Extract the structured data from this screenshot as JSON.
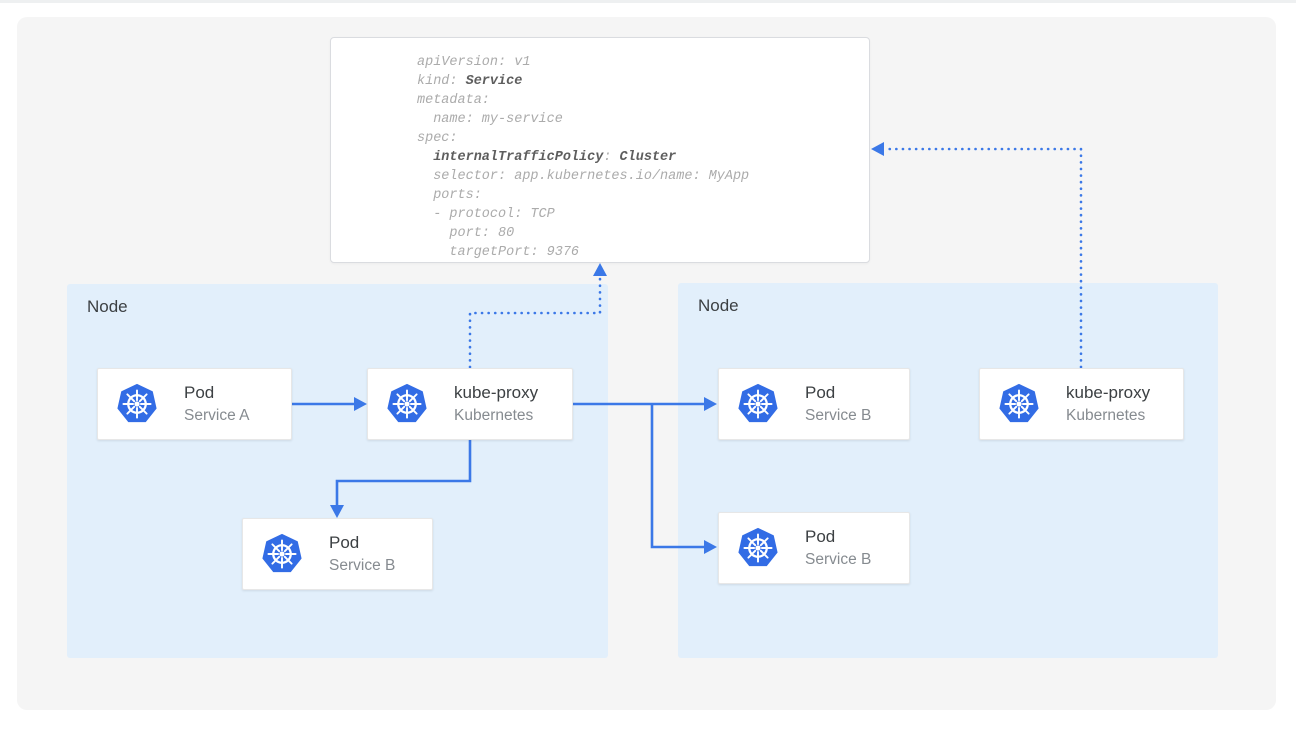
{
  "yaml_panel": {
    "lines": [
      [
        {
          "t": "apiVersion: v1"
        }
      ],
      [
        {
          "t": "kind: "
        },
        {
          "t": "Service",
          "b": true
        }
      ],
      [
        {
          "t": "metadata:"
        }
      ],
      [
        {
          "t": "  name: my-service"
        }
      ],
      [
        {
          "t": "spec:"
        }
      ],
      [
        {
          "t": "  "
        },
        {
          "t": "internalTrafficPolicy",
          "b": true
        },
        {
          "t": ": "
        },
        {
          "t": "Cluster",
          "b": true
        }
      ],
      [
        {
          "t": "  selector: app.kubernetes.io/name: MyApp"
        }
      ],
      [
        {
          "t": "  ports:"
        }
      ],
      [
        {
          "t": "  - protocol: TCP"
        }
      ],
      [
        {
          "t": "    port: 80"
        }
      ],
      [
        {
          "t": "    targetPort: 9376"
        }
      ]
    ]
  },
  "nodes": [
    {
      "label": "Node"
    },
    {
      "label": "Node"
    }
  ],
  "cards": [
    {
      "title": "Pod",
      "subtitle": "Service A",
      "icon": "kubernetes-icon"
    },
    {
      "title": "kube-proxy",
      "subtitle": "Kubernetes",
      "icon": "kubernetes-icon"
    },
    {
      "title": "Pod",
      "subtitle": "Service B",
      "icon": "kubernetes-icon"
    },
    {
      "title": "Pod",
      "subtitle": "Service B",
      "icon": "kubernetes-icon"
    },
    {
      "title": "Pod",
      "subtitle": "Service B",
      "icon": "kubernetes-icon"
    },
    {
      "title": "kube-proxy",
      "subtitle": "Kubernetes",
      "icon": "kubernetes-icon"
    }
  ],
  "colors": {
    "arrow_blue": "#3b78e7",
    "node_fill": "#e2effb",
    "canvas_bg": "#f5f5f5",
    "kubernetes_blue": "#326ce5",
    "label_dark": "#3c4043",
    "label_gray": "#868b90",
    "yaml_text": "#ababab",
    "yaml_bold": "#5e5e5e",
    "yaml_border": "#dadce0",
    "hairline": "#eef0f1"
  }
}
